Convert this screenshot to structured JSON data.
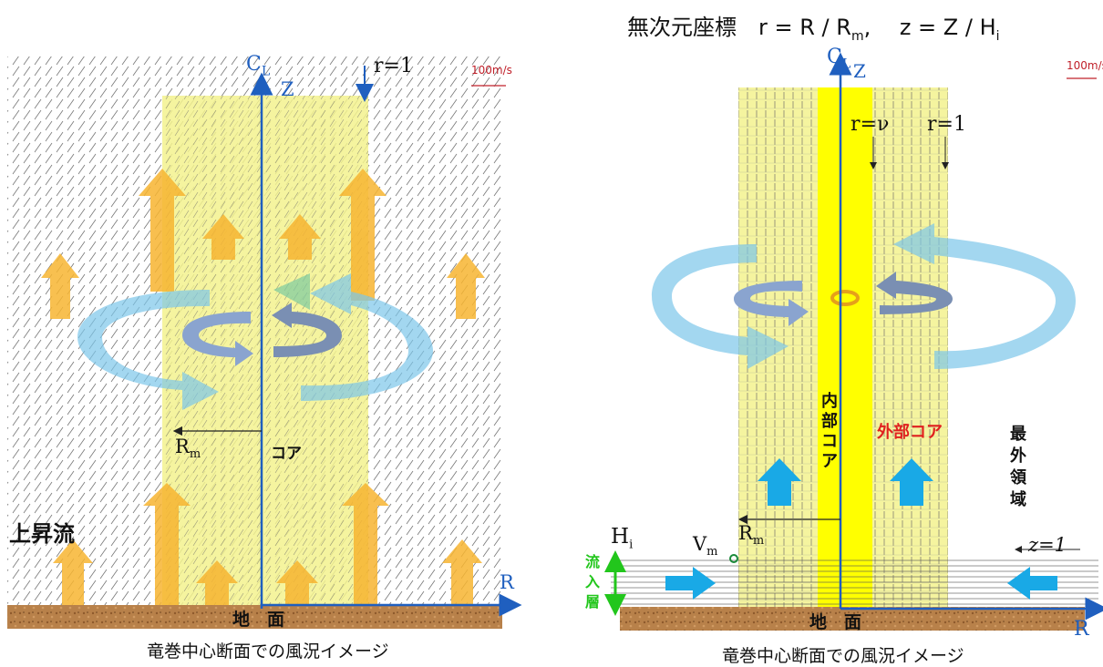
{
  "left": {
    "axis_vertical_label": "C",
    "axis_vertical_sub": "L",
    "z_label": "Z",
    "r_label": "R",
    "r1_label": "r=1",
    "scale_label": "100m/s",
    "rm_label": "R",
    "rm_sub": "m",
    "core_label": "コア",
    "updraft_label": "上昇流",
    "ground_label": "地　面",
    "caption": "竜巻中心断面での風況イメージ"
  },
  "right": {
    "title": "無次元座標　r = R / R",
    "title_sub": "m",
    "title_z": ",　 z = Z / H",
    "title_z_sub": "i",
    "axis_vertical_label": "C",
    "axis_vertical_sub": "L",
    "z_label": "Z",
    "r_label": "R",
    "scale_label": "100m/s",
    "r_nu_label": "r=ν",
    "r1_label": "r=1",
    "inner_core_label": "内部コア",
    "outer_core_label": "外部コア",
    "outermost_label": "最外領域",
    "rm_label": "R",
    "rm_sub": "m",
    "hi_label": "H",
    "hi_sub": "i",
    "vm_label": "V",
    "vm_sub": "m",
    "z1_label": "z=1",
    "inflow_label": "流入層",
    "ground_label": "地　面",
    "caption": "竜巻中心断面での風況イメージ"
  },
  "colors": {
    "core_yellow": "#f3f28e",
    "inner_yellow": "#ffff00",
    "axis_blue": "#1f5fbf",
    "updraft_orange": "#f7b531",
    "ground_brown": "#b8814a",
    "outer_core_red": "#e0201f",
    "inflow_green": "#22c61c",
    "arrow_cyan": "#19a9e6",
    "scale_red": "#c0202a"
  }
}
